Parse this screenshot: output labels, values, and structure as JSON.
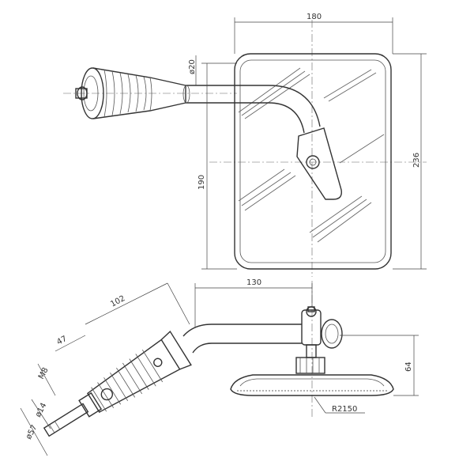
{
  "dimensions": {
    "width_top": "180",
    "diameter_top": "ø20",
    "height_glass": "190",
    "height_overall": "236",
    "arm_length_side": "130",
    "arm_offset": "102",
    "bracket_a": "47",
    "thread": "M8",
    "dia_14": "ø14",
    "dia_57": "ø57",
    "height_side": "64",
    "radius": "R2150"
  },
  "colors": {
    "line": "#333333",
    "background": "#ffffff"
  }
}
